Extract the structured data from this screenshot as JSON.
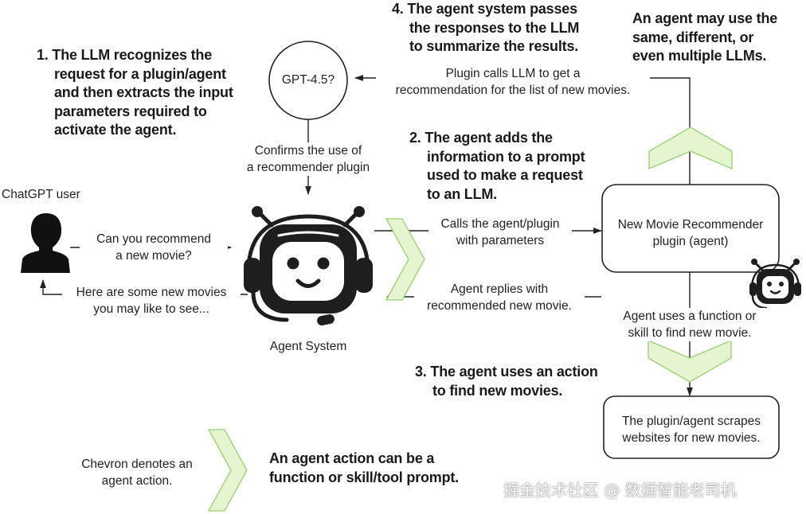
{
  "title": "",
  "nodes": {
    "llm": "GPT-4.5?",
    "user": "ChatGPT user",
    "agent_system": "Agent System",
    "plugin": [
      "New Movie Recommender",
      "plugin (agent)"
    ],
    "scraper": [
      "The plugin/agent scrapes",
      "websites for new movies."
    ]
  },
  "edges": {
    "user_request": [
      "Can you recommend",
      "a new movie?"
    ],
    "agent_reply_user": [
      "Here are some new movies",
      "you may like to see..."
    ],
    "confirm_plugin": [
      "Confirms the use of",
      "a recommender plugin"
    ],
    "plugin_to_llm": [
      "Plugin calls LLM to get a",
      "recommendation for the list of new movies."
    ],
    "call_plugin": [
      "Calls the agent/plugin",
      "with parameters"
    ],
    "plugin_reply": [
      "Agent replies with",
      "recommended new movie."
    ],
    "find_movie": [
      "Agent uses a function or",
      "skill to find new movie."
    ]
  },
  "steps": {
    "step1": [
      "1. The LLM recognizes the",
      "request for a plugin/agent",
      "and then extracts the input",
      "parameters required to",
      "activate the agent."
    ],
    "step2": [
      "2. The agent adds the",
      "information to a prompt",
      "used to make a request",
      "to an LLM."
    ],
    "step3": [
      "3. The agent uses an action",
      "to find new movies."
    ],
    "step4": [
      "4. The agent system passes",
      "the responses to the LLM",
      "to summarize the results."
    ],
    "multi_llm": [
      "An agent may use the",
      "same, different, or",
      "even multiple LLMs."
    ]
  },
  "legend": {
    "chevron_label": [
      "Chevron denotes an",
      "agent action."
    ],
    "action_note": [
      "An agent action can be a",
      "function or skill/tool prompt."
    ]
  },
  "watermark": "掘金技术社区 @ 数据智能老司机",
  "colors": {
    "chevron_fill": "#e4f5cf",
    "chevron_stroke": "#9ccd74",
    "line": "#222222",
    "robot_dark": "#1e1e1e",
    "user_silhouette": "#111111"
  },
  "icons": {
    "user": "person-silhouette-icon",
    "agent": "robot-headset-icon",
    "plugin_agent": "small-robot-icon",
    "chevron": "chevron-right-icon"
  }
}
